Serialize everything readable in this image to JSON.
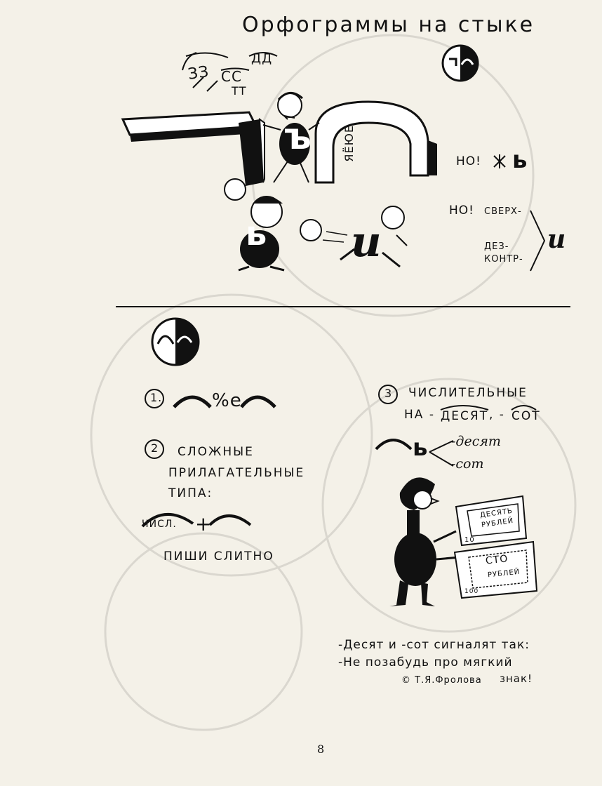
{
  "title": "Орфограммы на стыке",
  "top_section": {
    "sound_labels": {
      "zz": "ЗЗ",
      "ss": "СС",
      "dd": "ДД",
      "tt": "ТТ"
    },
    "arch_vowels": "ЯЁЮЕ",
    "hard_sign": "ъ",
    "soft_sign": "ь",
    "i_letter": "и",
    "note1_prefix": "НО!",
    "note1_suffix": "ь",
    "note2_prefix": "НО!",
    "note2_line1": "СВЕРХ-",
    "note2_line2": "ДЕЗ-",
    "note2_line3": "КОНТР-",
    "note2_letter": "и"
  },
  "bottom_section": {
    "rule1_num": "1.",
    "rule1_symbol": "%е",
    "rule2_num": "2",
    "rule2_line1": "СЛОЖНЫЕ",
    "rule2_line2": "ПРИЛАГАТЕЛЬНЫЕ",
    "rule2_line3": "ТИПА:",
    "rule2_formula_word": "ЧИСЛ.",
    "rule2_formula_plus": "+",
    "rule2_write": "ПИШИ СЛИТНО",
    "rule3_num": "3",
    "rule3_line1": "ЧИСЛИТЕЛЬНЫЕ",
    "rule3_line2_prefix": "НА -",
    "rule3_desyat": "ДЕСЯТ",
    "rule3_sot": "СОТ",
    "soft_sign": "ь",
    "script_desyat": "-десят",
    "script_sot": "-сот",
    "note1_title": "ДЕСЯТЬ",
    "note1_sub": "РУБЛЕЙ",
    "note1_value": "10",
    "note2_title": "СТО",
    "note2_sub": "РУБЛЕЙ",
    "note2_value": "100",
    "poem_line1": "-Десят и -сот сигналят так:",
    "poem_line2": "-Не позабудь про мягкий",
    "poem_author": "© Т.Я.Фролова",
    "poem_end": "знак!"
  },
  "page_number": "8"
}
